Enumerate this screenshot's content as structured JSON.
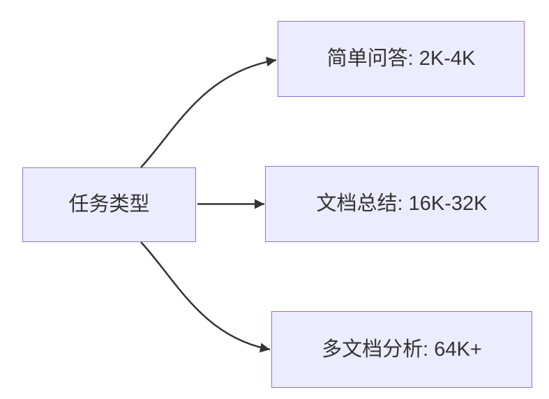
{
  "diagram": {
    "type": "flowchart",
    "direction": "left-to-right",
    "nodes": {
      "root": {
        "label": "任务类型"
      },
      "branches": [
        {
          "label": "简单问答: 2K-4K"
        },
        {
          "label": "文档总结: 16K-32K"
        },
        {
          "label": "多文档分析: 64K+"
        }
      ]
    },
    "edges": [
      {
        "from": "任务类型",
        "to": "简单问答: 2K-4K",
        "arrow": "filled-triangle"
      },
      {
        "from": "任务类型",
        "to": "文档总结: 16K-32K",
        "arrow": "filled-triangle"
      },
      {
        "from": "任务类型",
        "to": "多文档分析: 64K+",
        "arrow": "filled-triangle"
      }
    ],
    "colors": {
      "node_fill": "#ECECFF",
      "node_border": "#9370DB",
      "edge_stroke": "#333333",
      "text": "#333333",
      "background": "#FFFFFF"
    }
  }
}
